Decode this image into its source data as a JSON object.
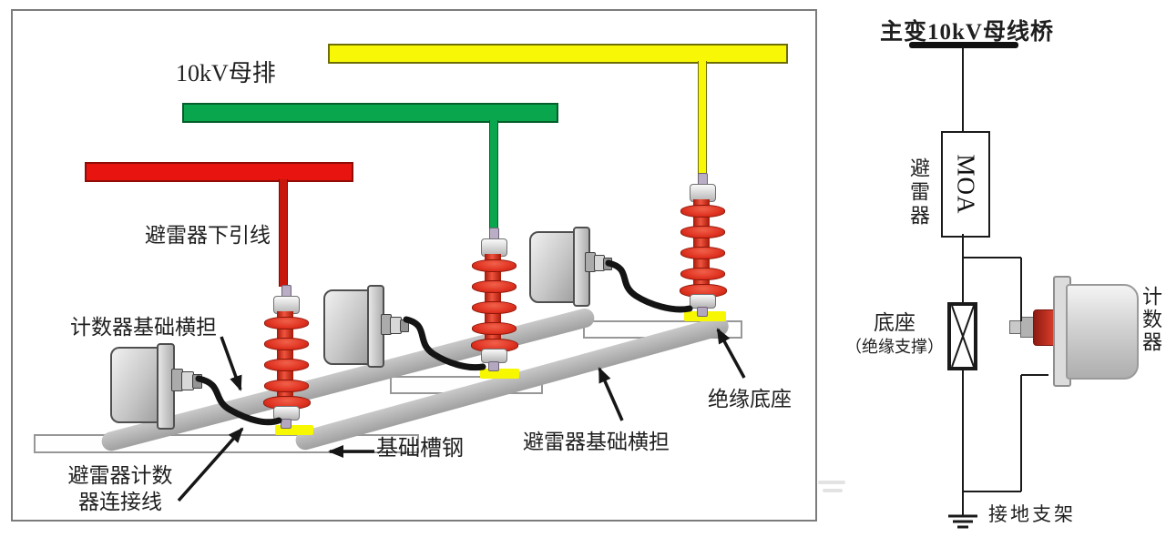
{
  "left_panel": {
    "busbar_label": "10kV母排",
    "down_lead_label": "避雷器下引线",
    "counter_crossarm_label": "计数器基础横担",
    "counter_wire_label_line1": "避雷器计数",
    "counter_wire_label_line2": "器连接线",
    "channel_steel_label": "基础槽钢",
    "arrester_crossarm_label": "避雷器基础横担",
    "insulating_base_label": "绝缘底座"
  },
  "right_panel": {
    "title": "主变10kV母线桥",
    "arrester_label": "避雷器",
    "moa_label": "MOA",
    "base_label_line1": "底座",
    "base_label_line2": "（绝缘支撑）",
    "counter_label": "计数器",
    "ground_label": "接地支架"
  },
  "colors": {
    "busbar_yellow": "#f8f806",
    "busbar_green": "#0aa64e",
    "busbar_red": "#e81410",
    "pad_yellow": "#f7f700",
    "crossarm_gray": "#b5b5b5",
    "cable_black": "#141414"
  }
}
